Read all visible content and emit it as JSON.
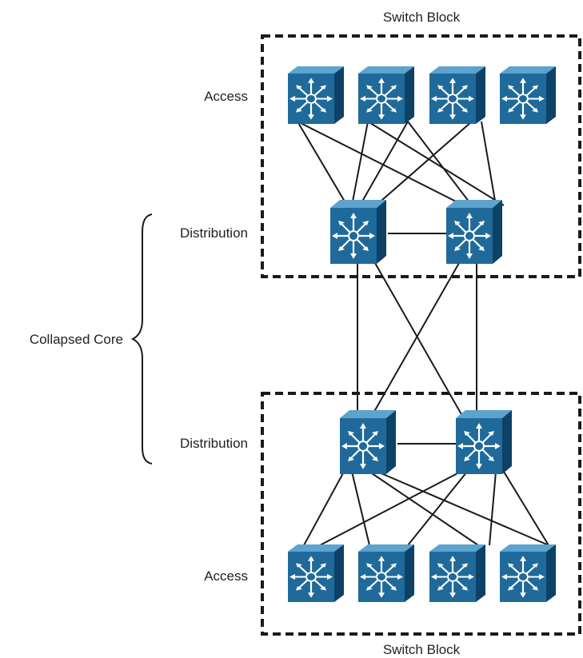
{
  "blocks": {
    "top_label": "Switch Block",
    "bottom_label": "Switch Block"
  },
  "tiers": {
    "top_access": "Access",
    "top_distribution": "Distribution",
    "collapsed_core": "Collapsed Core",
    "bottom_distribution": "Distribution",
    "bottom_access": "Access"
  },
  "switch_icon": "multilayer-switch-icon",
  "colors": {
    "switch_front": "#1f6a9a",
    "switch_top": "#5ca3cf",
    "switch_side": "#0d4266",
    "arrows": "#ffffff",
    "lines": "#1a1a1a"
  }
}
